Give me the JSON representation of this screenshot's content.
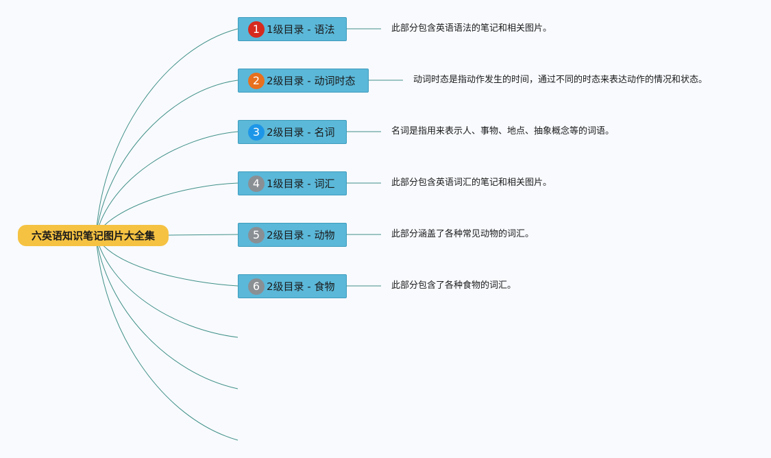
{
  "root": {
    "label": "六英语知识笔记图片大全集",
    "color": "#f5c242"
  },
  "branches": [
    {
      "badge": "1",
      "badge_color": "#d62a1e",
      "label": "1级目录 - 语法",
      "note": "此部分包含英语语法的笔记和相关图片。"
    },
    {
      "badge": "2",
      "badge_color": "#e8701e",
      "label": "2级目录 - 动词时态",
      "note": "动词时态是指动作发生的时间，通过不同的时态来表达动作的情况和状态。"
    },
    {
      "badge": "3",
      "badge_color": "#1e96e8",
      "label": "2级目录 - 名词",
      "note": "名词是指用来表示人、事物、地点、抽象概念等的词语。"
    },
    {
      "badge": "4",
      "badge_color": "#8a8f94",
      "label": "1级目录 - 词汇",
      "note": "此部分包含英语词汇的笔记和相关图片。"
    },
    {
      "badge": "5",
      "badge_color": "#8a8f94",
      "label": "2级目录 - 动物",
      "note": "此部分涵盖了各种常见动物的词汇。"
    },
    {
      "badge": "6",
      "badge_color": "#8a8f94",
      "label": "2级目录 - 食物",
      "note": "此部分包含了各种食物的词汇。"
    }
  ],
  "colors": {
    "branch_fill": "#5bb8d9",
    "connector": "#3f8f86"
  }
}
